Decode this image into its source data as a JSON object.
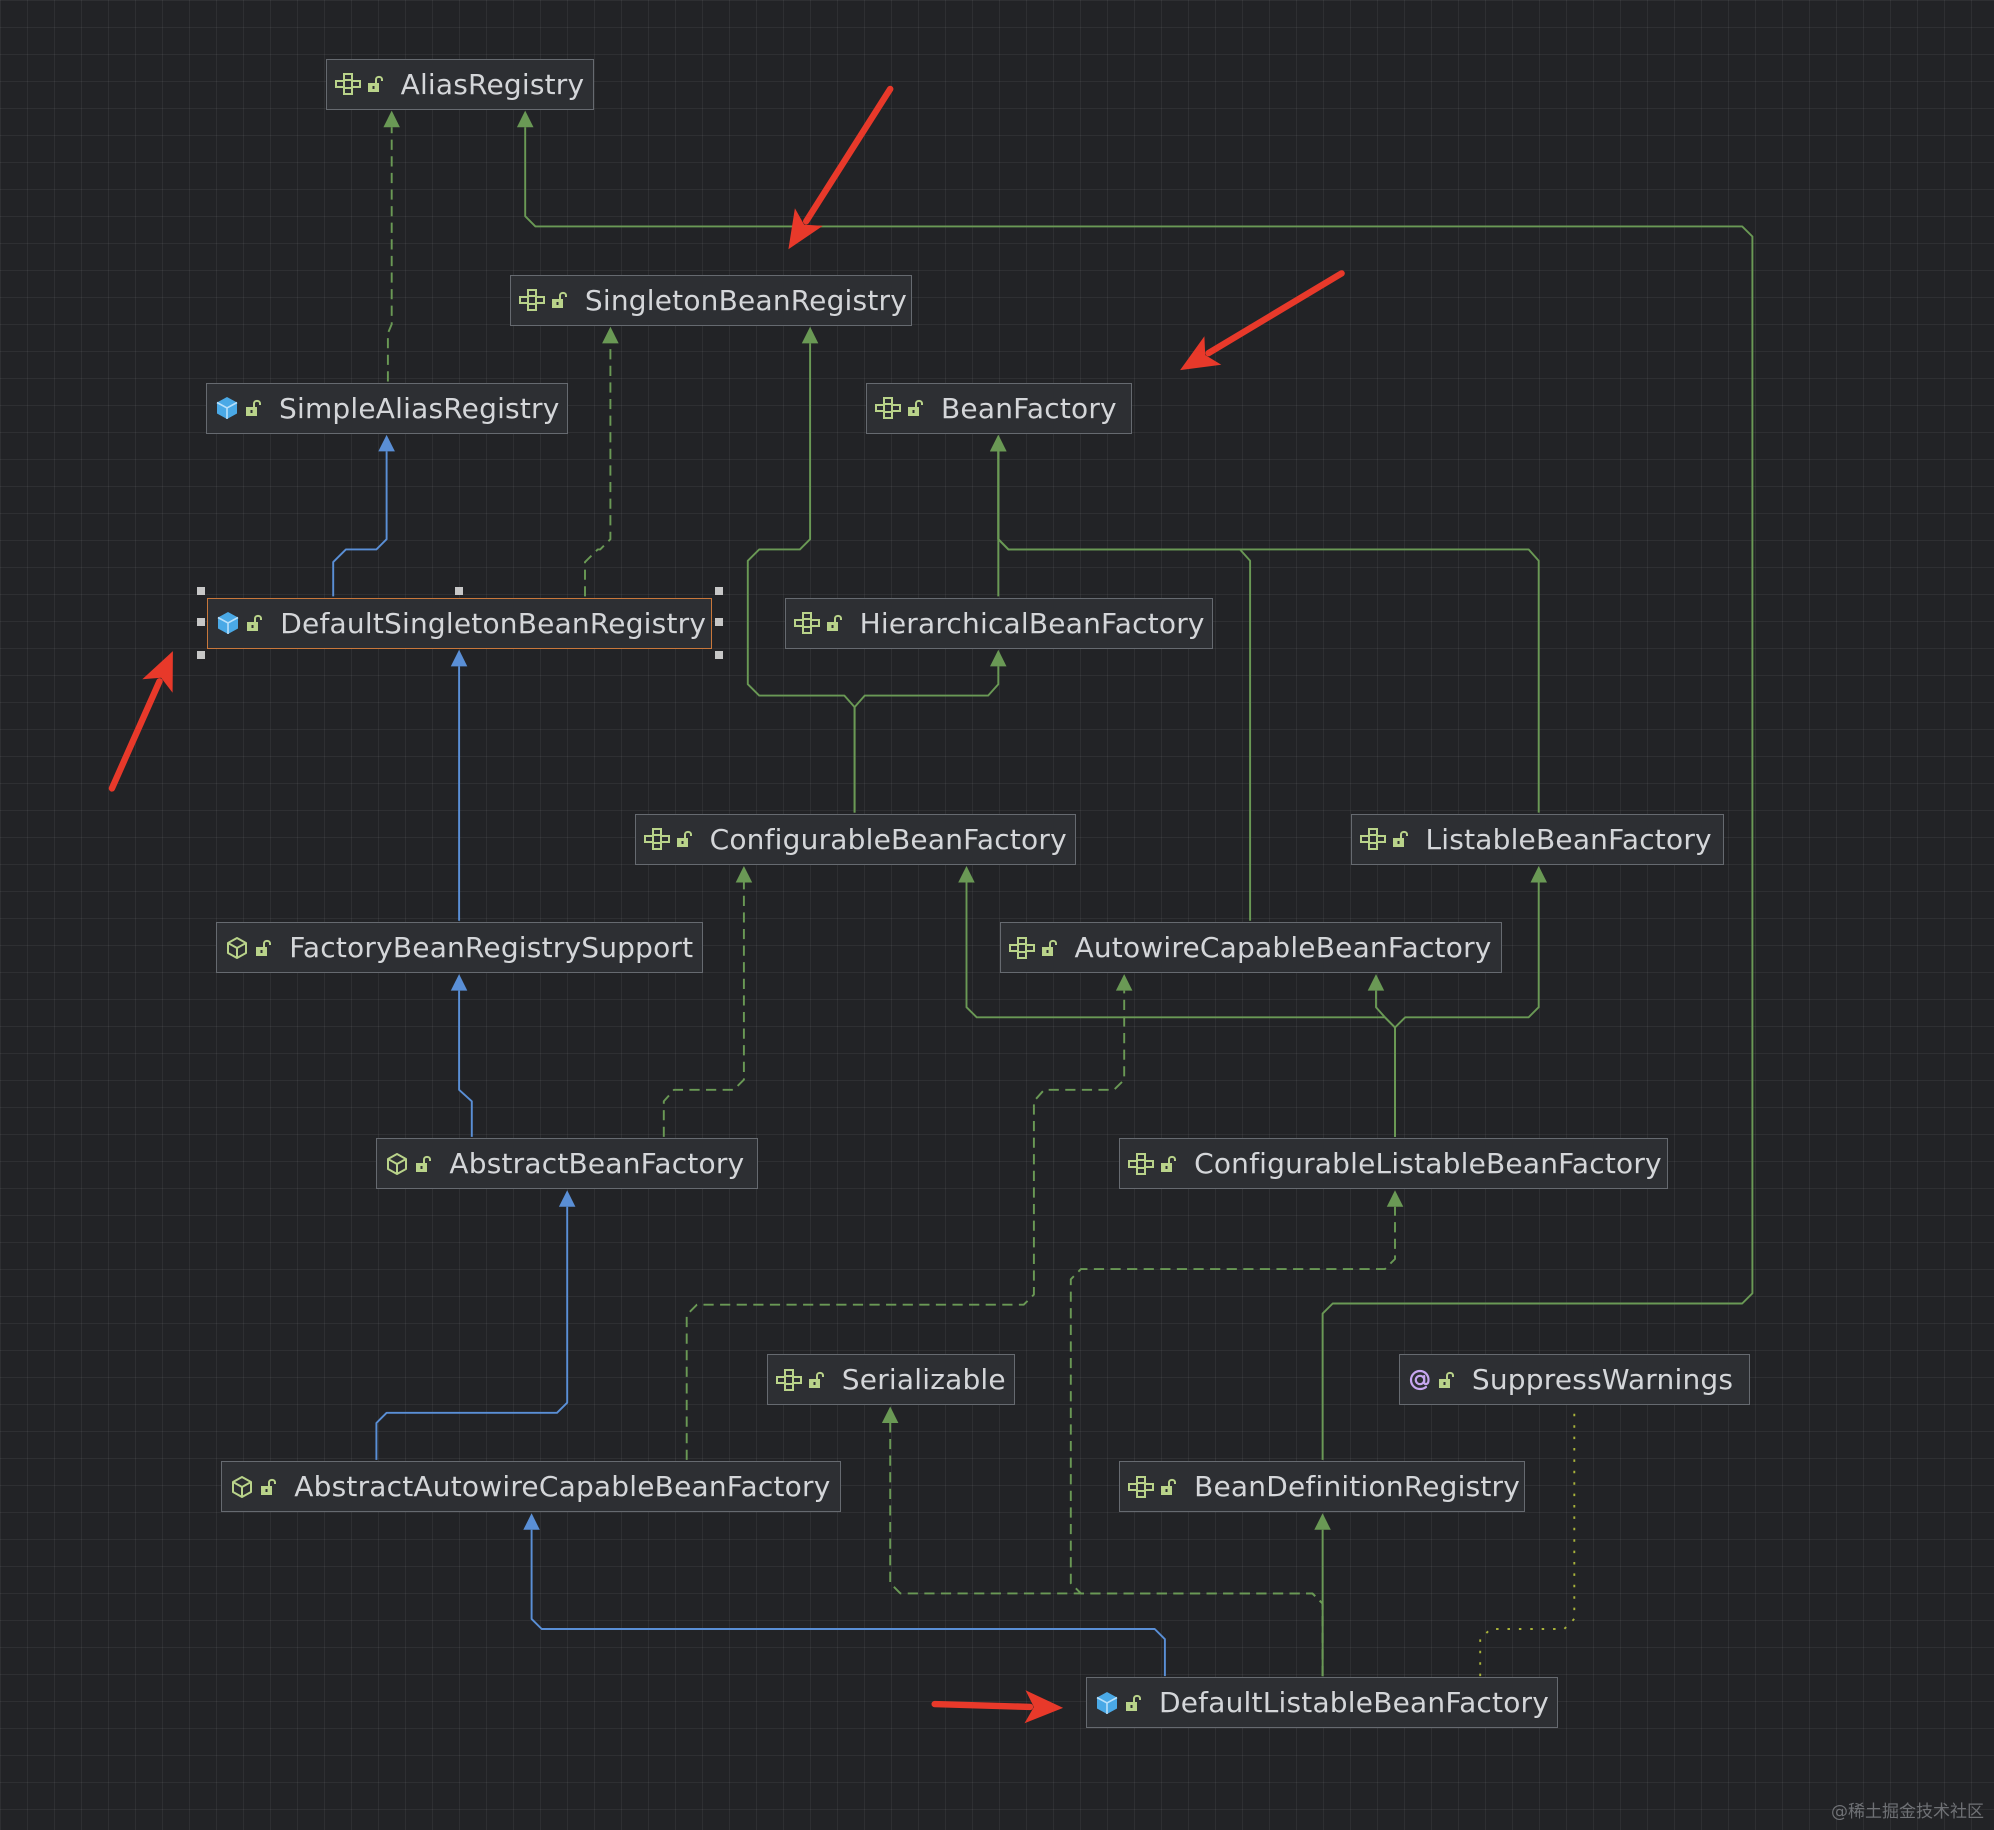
{
  "colors": {
    "background": "#222326",
    "interface": "#6a9955",
    "class_extends": "#5a8fd6",
    "annotation": "#b89ad8",
    "arrow_marker": "#e8392a",
    "selection": "#c8773b"
  },
  "nodes": [
    {
      "id": "AliasRegistry",
      "label": "AliasRegistry",
      "kind": "interface"
    },
    {
      "id": "SingletonBeanRegistry",
      "label": "SingletonBeanRegistry",
      "kind": "interface"
    },
    {
      "id": "SimpleAliasRegistry",
      "label": "SimpleAliasRegistry",
      "kind": "class"
    },
    {
      "id": "BeanFactory",
      "label": "BeanFactory",
      "kind": "interface"
    },
    {
      "id": "DefaultSingletonBeanRegistry",
      "label": "DefaultSingletonBeanRegistry",
      "kind": "class",
      "selected": true
    },
    {
      "id": "HierarchicalBeanFactory",
      "label": "HierarchicalBeanFactory",
      "kind": "interface"
    },
    {
      "id": "ConfigurableBeanFactory",
      "label": "ConfigurableBeanFactory",
      "kind": "interface"
    },
    {
      "id": "ListableBeanFactory",
      "label": "ListableBeanFactory",
      "kind": "interface"
    },
    {
      "id": "FactoryBeanRegistrySupport",
      "label": "FactoryBeanRegistrySupport",
      "kind": "abstract"
    },
    {
      "id": "AutowireCapableBeanFactory",
      "label": "AutowireCapableBeanFactory",
      "kind": "interface"
    },
    {
      "id": "AbstractBeanFactory",
      "label": "AbstractBeanFactory",
      "kind": "abstract"
    },
    {
      "id": "ConfigurableListableBeanFactory",
      "label": "ConfigurableListableBeanFactory",
      "kind": "interface"
    },
    {
      "id": "Serializable",
      "label": "Serializable",
      "kind": "interface"
    },
    {
      "id": "SuppressWarnings",
      "label": "SuppressWarnings",
      "kind": "annotation"
    },
    {
      "id": "AbstractAutowireCapableBeanFactory",
      "label": "AbstractAutowireCapableBeanFactory",
      "kind": "abstract"
    },
    {
      "id": "BeanDefinitionRegistry",
      "label": "BeanDefinitionRegistry",
      "kind": "interface"
    },
    {
      "id": "DefaultListableBeanFactory",
      "label": "DefaultListableBeanFactory",
      "kind": "class"
    }
  ],
  "edges": [
    {
      "from": "SimpleAliasRegistry",
      "to": "AliasRegistry",
      "type": "implements"
    },
    {
      "from": "BeanDefinitionRegistry",
      "to": "AliasRegistry",
      "type": "extends-interface"
    },
    {
      "from": "DefaultSingletonBeanRegistry",
      "to": "SimpleAliasRegistry",
      "type": "extends"
    },
    {
      "from": "DefaultSingletonBeanRegistry",
      "to": "SingletonBeanRegistry",
      "type": "implements"
    },
    {
      "from": "ConfigurableBeanFactory",
      "to": "SingletonBeanRegistry",
      "type": "extends-interface"
    },
    {
      "from": "ConfigurableBeanFactory",
      "to": "HierarchicalBeanFactory",
      "type": "extends-interface"
    },
    {
      "from": "HierarchicalBeanFactory",
      "to": "BeanFactory",
      "type": "extends-interface"
    },
    {
      "from": "AutowireCapableBeanFactory",
      "to": "BeanFactory",
      "type": "extends-interface"
    },
    {
      "from": "ListableBeanFactory",
      "to": "BeanFactory",
      "type": "extends-interface"
    },
    {
      "from": "FactoryBeanRegistrySupport",
      "to": "DefaultSingletonBeanRegistry",
      "type": "extends"
    },
    {
      "from": "AbstractBeanFactory",
      "to": "FactoryBeanRegistrySupport",
      "type": "extends"
    },
    {
      "from": "AbstractBeanFactory",
      "to": "ConfigurableBeanFactory",
      "type": "implements"
    },
    {
      "from": "ConfigurableListableBeanFactory",
      "to": "ConfigurableBeanFactory",
      "type": "extends-interface"
    },
    {
      "from": "ConfigurableListableBeanFactory",
      "to": "AutowireCapableBeanFactory",
      "type": "extends-interface"
    },
    {
      "from": "ConfigurableListableBeanFactory",
      "to": "ListableBeanFactory",
      "type": "extends-interface"
    },
    {
      "from": "AbstractAutowireCapableBeanFactory",
      "to": "AbstractBeanFactory",
      "type": "extends"
    },
    {
      "from": "AbstractAutowireCapableBeanFactory",
      "to": "AutowireCapableBeanFactory",
      "type": "implements"
    },
    {
      "from": "DefaultListableBeanFactory",
      "to": "AbstractAutowireCapableBeanFactory",
      "type": "extends"
    },
    {
      "from": "DefaultListableBeanFactory",
      "to": "ConfigurableListableBeanFactory",
      "type": "implements"
    },
    {
      "from": "DefaultListableBeanFactory",
      "to": "BeanDefinitionRegistry",
      "type": "implements"
    },
    {
      "from": "DefaultListableBeanFactory",
      "to": "Serializable",
      "type": "implements"
    },
    {
      "from": "DefaultListableBeanFactory",
      "to": "SuppressWarnings",
      "type": "annotated"
    }
  ],
  "markers": [
    {
      "points_to": "SingletonBeanRegistry"
    },
    {
      "points_to": "BeanFactory"
    },
    {
      "points_to": "DefaultSingletonBeanRegistry"
    },
    {
      "points_to": "DefaultListableBeanFactory"
    }
  ],
  "watermark": "@稀土掘金技术社区"
}
